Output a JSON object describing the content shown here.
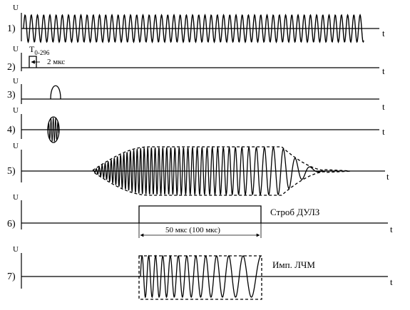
{
  "axis": {
    "u_label": "U",
    "t_label": "t"
  },
  "rows": [
    {
      "index_label": "1)"
    },
    {
      "index_label": "2)",
      "t_sub_main": "T",
      "t_sub_index": "0-296",
      "duration_label": "2 мкс"
    },
    {
      "index_label": "3)"
    },
    {
      "index_label": "4)"
    },
    {
      "index_label": "5)"
    },
    {
      "index_label": "6)",
      "strobe_label": "Строб ДУЛЗ",
      "width_label": "50 мкс (100 мкс)"
    },
    {
      "index_label": "7)",
      "pulse_label": "Имп. ЛЧМ"
    }
  ],
  "colors": {
    "ink": "#000000",
    "row1_highlight": "#d8cf2a"
  }
}
